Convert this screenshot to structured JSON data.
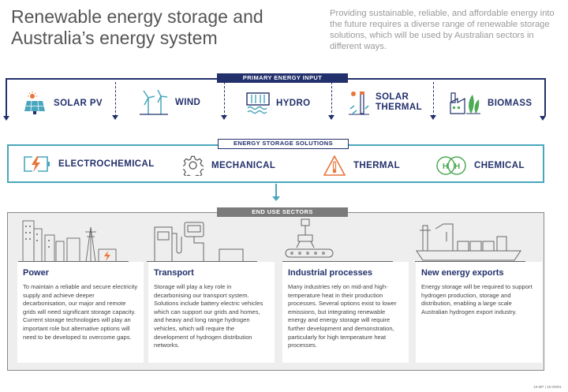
{
  "title": "Renewable energy storage and Australia’s energy system",
  "intro": "Providing sustainable, reliable, and affordable energy into the future requires a diverse range of renewable storage solutions, which will be used by Australian sectors in different ways.",
  "primary": {
    "label": "PRIMARY ENERGY INPUT",
    "items": [
      {
        "label": "SOLAR PV",
        "icon": "solar-panel-icon"
      },
      {
        "label": "WIND",
        "icon": "wind-turbine-icon"
      },
      {
        "label": "HYDRO",
        "icon": "dam-icon"
      },
      {
        "label": "SOLAR THERMAL",
        "line1": "SOLAR",
        "line2": "THERMAL",
        "icon": "solar-tower-icon"
      },
      {
        "label": "BIOMASS",
        "icon": "biomass-icon"
      }
    ]
  },
  "storage": {
    "label": "ENERGY STORAGE SOLUTIONS",
    "items": [
      {
        "label": "ELECTROCHEMICAL",
        "icon": "battery-icon"
      },
      {
        "label": "MECHANICAL",
        "icon": "gear-icon"
      },
      {
        "label": "THERMAL",
        "icon": "thermometer-icon"
      },
      {
        "label": "CHEMICAL",
        "icon": "hydrogen-molecule-icon"
      }
    ]
  },
  "end_use": {
    "label": "END USE SECTORS",
    "sectors": [
      {
        "title": "Power",
        "text": "To maintain a reliable and secure electricity supply and achieve deeper decarbonisation, our major and remote grids will need significant storage capacity. Current storage technologies will play an important role but alternative options will need to be developed to overcome gaps.",
        "icon": "city-power-icon"
      },
      {
        "title": "Transport",
        "text": "Storage will play a key role in decarbonising our transport system. Solutions include battery electric vehicles which can support our grids and homes, and heavy and long range hydrogen vehicles, which will require the development of hydrogen distribution networks.",
        "icon": "fuel-pump-icon"
      },
      {
        "title": "Industrial processes",
        "text": "Many industries rely on mid-and high-temperature heat in their production processes. Several options exist to lower emissions, but integrating renewable energy and energy storage will require further development and demonstration, particularly for high temperature heat processes.",
        "icon": "robot-arm-icon"
      },
      {
        "title": "New energy exports",
        "text": "Energy storage will be required to support hydrogen production, storage and distribution, enabling a large scale Australian hydrogen export industry.",
        "icon": "cargo-ship-icon"
      }
    ]
  },
  "footer": "18-MP | 18-00001",
  "colors": {
    "navy": "#22306b",
    "teal": "#4aa6bd",
    "orange": "#e8763a",
    "green": "#4daa55",
    "grey": "#7b7b7b"
  }
}
